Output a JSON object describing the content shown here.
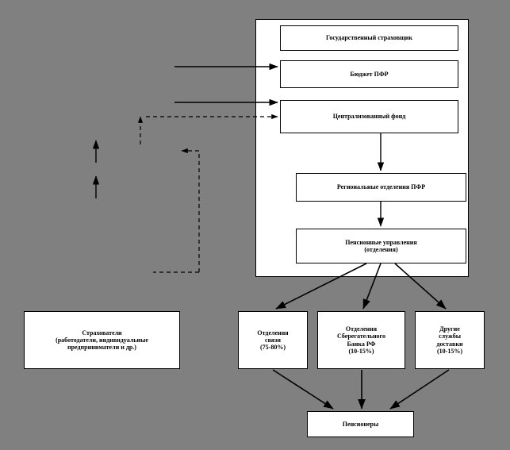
{
  "diagram": {
    "background_color": "#808080",
    "box_fill": "#ffffff",
    "line_color": "#000000",
    "nodes": {
      "state_insurer": {
        "label": "Государственный страховщик"
      },
      "pfr_budget": {
        "label": "Бюджет ПФР"
      },
      "central_fund": {
        "label": "Централизованный фонд"
      },
      "regional_branches": {
        "label": "Региональные отделения ПФР"
      },
      "pension_departments": {
        "line1": "Пенсионные управления",
        "line2": "(отделения)"
      },
      "insurers": {
        "line1": "Страхователи",
        "line2": "(работодатели, индивидуальные",
        "line3": "предприниматели и др.)"
      },
      "post_offices": {
        "line1": "Отделения",
        "line2": "связи",
        "line3": "(75-80%)"
      },
      "sberbank": {
        "line1": "Отделения",
        "line2": "Сберегательного",
        "line3": "Банка РФ",
        "line4": "(10-15%)"
      },
      "other_delivery": {
        "line1": "Другие",
        "line2": "службы",
        "line3": "доставки",
        "line4": "(10-15%)"
      },
      "pensioners": {
        "label": "Пенсионеры"
      }
    }
  }
}
